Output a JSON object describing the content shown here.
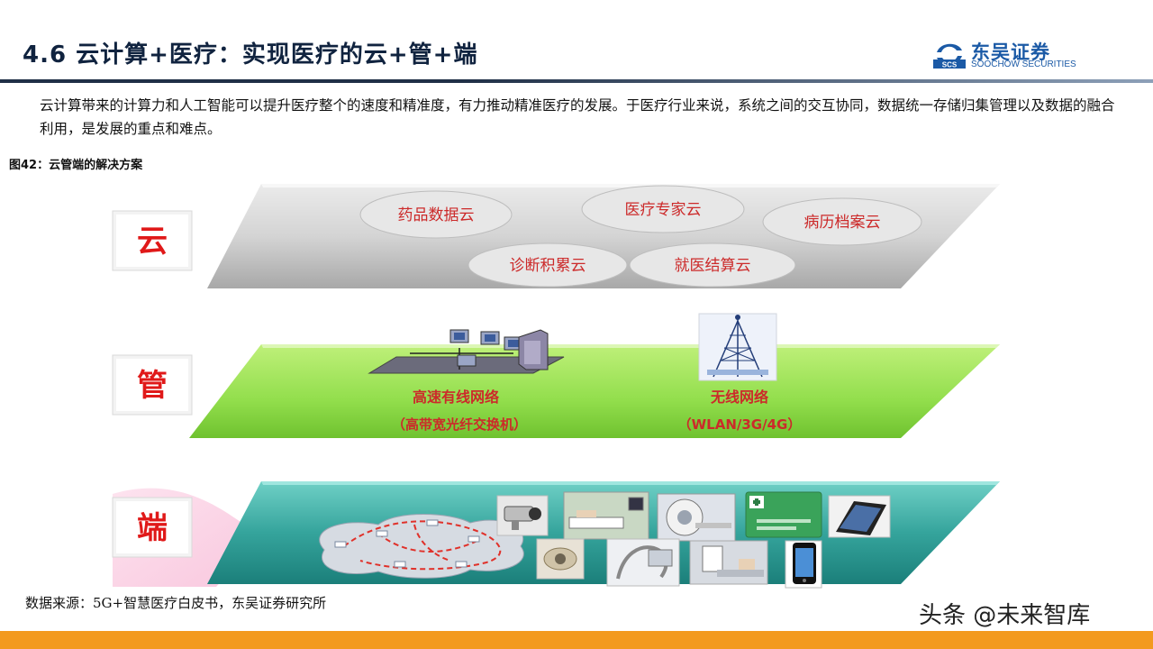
{
  "header": {
    "title": "4.6 云计算+医疗：实现医疗的云+管+端",
    "logo": {
      "name_cn": "东吴证券",
      "name_en": "SOOCHOW SECURITIES",
      "mark_text": "SCS",
      "brand_color": "#1b5aa6"
    }
  },
  "intro": "云计算带来的计算力和人工智能可以提升医疗整个的速度和精准度，有力推动精准医疗的发展。于医疗行业来说，系统之间的交互协同，数据统一存储归集管理以及数据的融合利用，是发展的重点和难点。",
  "figure": {
    "caption": "图42：云管端的解决方案",
    "layers": {
      "cloud": {
        "label": "云",
        "clouds": [
          "药品数据云",
          "医疗专家云",
          "病历档案云",
          "诊断积累云",
          "就医结算云"
        ],
        "color": "#c8c8c8"
      },
      "pipe": {
        "label": "管",
        "wired": {
          "title": "高速有线网络",
          "subtitle": "（高带宽光纤交换机）"
        },
        "wireless": {
          "title": "无线网络",
          "subtitle": "（WLAN/3G/4G）"
        },
        "color": "#9be25c"
      },
      "end": {
        "label": "端",
        "devices": [
          "surveillance-camera",
          "patient-bed-monitor",
          "ct-scanner",
          "medical-card",
          "tablet",
          "sensor-network",
          "wearable-band",
          "medical-robot",
          "x-ray-machine",
          "smartphone"
        ],
        "color": "#38a7a0"
      }
    },
    "label_text_color": "#cc2a2a",
    "layer_text_color": "#e01919"
  },
  "source": "数据来源：5G+智慧医疗白皮书，东吴证券研究所",
  "watermark": "头条 @未来智库",
  "footer_color": "#f39a1e"
}
